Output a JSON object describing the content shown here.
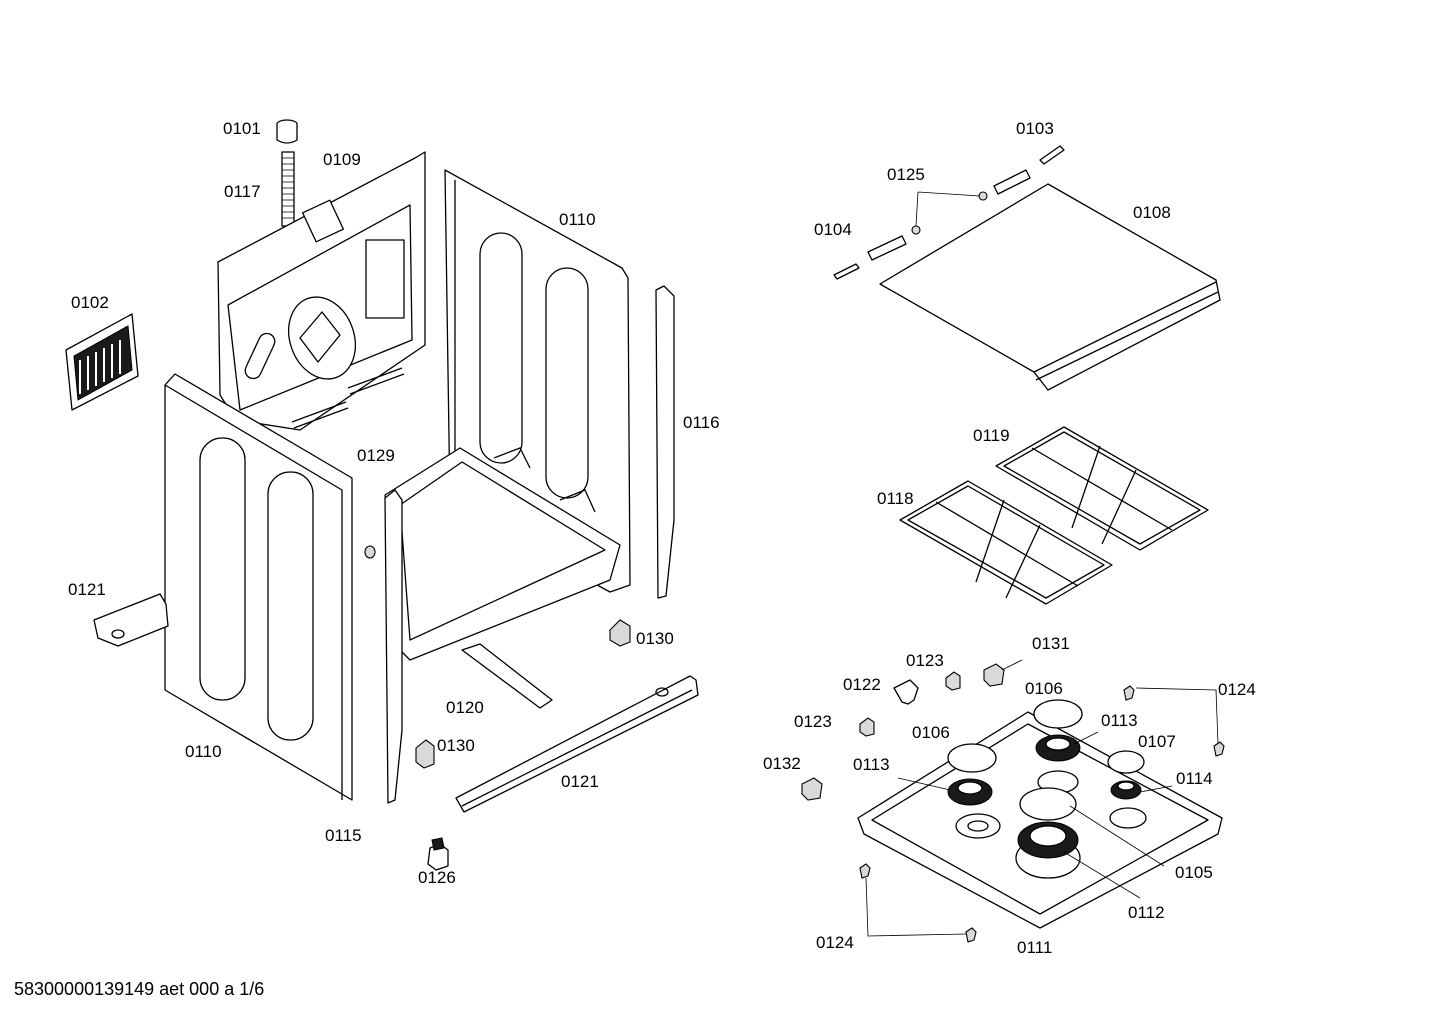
{
  "labels": {
    "p0101": "0101",
    "p0102": "0102",
    "p0103": "0103",
    "p0104": "0104",
    "p0105": "0105",
    "p0106a": "0106",
    "p0106b": "0106",
    "p0107": "0107",
    "p0108": "0108",
    "p0109": "0109",
    "p0110a": "0110",
    "p0110b": "0110",
    "p0111": "0111",
    "p0112": "0112",
    "p0113a": "0113",
    "p0113b": "0113",
    "p0114": "0114",
    "p0115": "0115",
    "p0116": "0116",
    "p0117": "0117",
    "p0118": "0118",
    "p0119": "0119",
    "p0120": "0120",
    "p0121a": "0121",
    "p0121b": "0121",
    "p0122": "0122",
    "p0123a": "0123",
    "p0123b": "0123",
    "p0124a": "0124",
    "p0124b": "0124",
    "p0125": "0125",
    "p0126": "0126",
    "p0129": "0129",
    "p0130a": "0130",
    "p0130b": "0130",
    "p0131": "0131",
    "p0132": "0132"
  },
  "footer": {
    "document_id": "58300000139149 aet 000 a 1/6"
  },
  "colors": {
    "line": "#000000",
    "background": "#ffffff"
  }
}
